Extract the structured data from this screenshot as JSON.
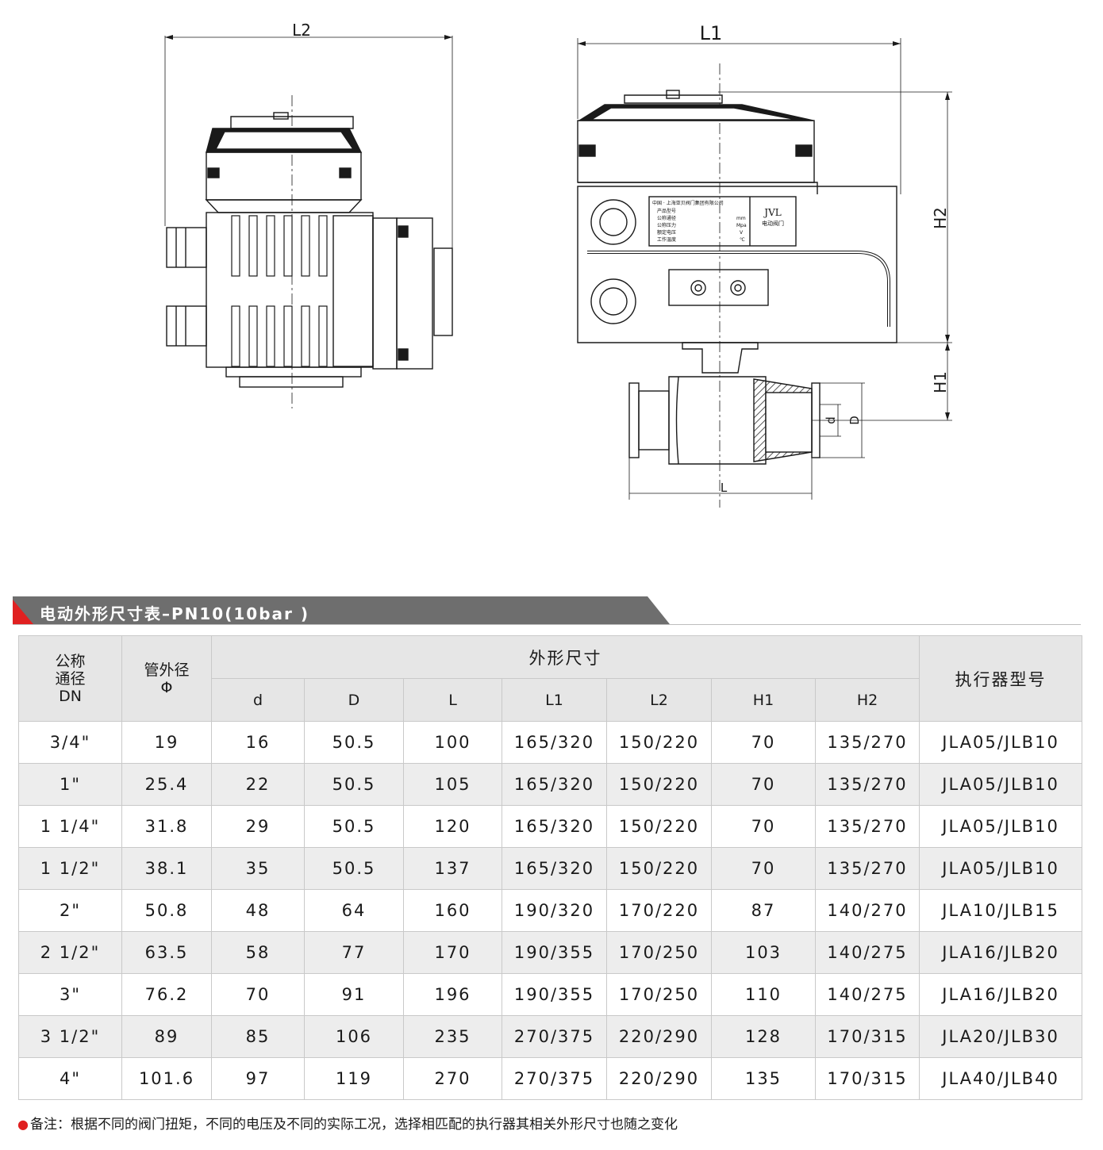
{
  "drawing": {
    "dims": {
      "L2": "L2",
      "L1": "L1",
      "H2": "H2",
      "H1": "H1",
      "L": "L",
      "d": "d",
      "D": "D"
    },
    "brand": "JVL",
    "brand_sub": "电动阀门",
    "plate_lines": [
      "中国 · 上海亚贝阀门集团有限公司",
      "产品型号",
      "公称通径",
      "公称压力",
      "额定电压",
      "工作温度"
    ],
    "plate_units": [
      "mm",
      "Mpa",
      "V",
      "℃"
    ]
  },
  "section": {
    "title": "电动外形尺寸表–PN10(10bar )"
  },
  "table": {
    "header": {
      "dn": [
        "公称",
        "通径",
        "DN"
      ],
      "od": [
        "管外径",
        "Φ"
      ],
      "dims_group": "外形尺寸",
      "actuator": "执行器型号",
      "cols": [
        "d",
        "D",
        "L",
        "L1",
        "L2",
        "H1",
        "H2"
      ]
    },
    "rows": [
      [
        "3/4\"",
        "19",
        "16",
        "50.5",
        "100",
        "165/320",
        "150/220",
        "70",
        "135/270",
        "JLA05/JLB10"
      ],
      [
        "1\"",
        "25.4",
        "22",
        "50.5",
        "105",
        "165/320",
        "150/220",
        "70",
        "135/270",
        "JLA05/JLB10"
      ],
      [
        "1 1/4\"",
        "31.8",
        "29",
        "50.5",
        "120",
        "165/320",
        "150/220",
        "70",
        "135/270",
        "JLA05/JLB10"
      ],
      [
        "1 1/2\"",
        "38.1",
        "35",
        "50.5",
        "137",
        "165/320",
        "150/220",
        "70",
        "135/270",
        "JLA05/JLB10"
      ],
      [
        "2\"",
        "50.8",
        "48",
        "64",
        "160",
        "190/320",
        "170/220",
        "87",
        "140/270",
        "JLA10/JLB15"
      ],
      [
        "2 1/2\"",
        "63.5",
        "58",
        "77",
        "170",
        "190/355",
        "170/250",
        "103",
        "140/275",
        "JLA16/JLB20"
      ],
      [
        "3\"",
        "76.2",
        "70",
        "91",
        "196",
        "190/355",
        "170/250",
        "110",
        "140/275",
        "JLA16/JLB20"
      ],
      [
        "3 1/2\"",
        "89",
        "85",
        "106",
        "235",
        "270/375",
        "220/290",
        "128",
        "170/315",
        "JLA20/JLB30"
      ],
      [
        "4\"",
        "101.6",
        "97",
        "119",
        "270",
        "270/375",
        "220/290",
        "135",
        "170/315",
        "JLA40/JLB40"
      ]
    ]
  },
  "note": "备注：根据不同的阀门扭矩，不同的电压及不同的实际工况，选择相匹配的执行器其相关外形尺寸也随之变化",
  "colors": {
    "accent_red": "#e02020",
    "bar_gray": "#6e6e6e",
    "header_bg": "#e6e6e6",
    "stripe_bg": "#ededed"
  }
}
